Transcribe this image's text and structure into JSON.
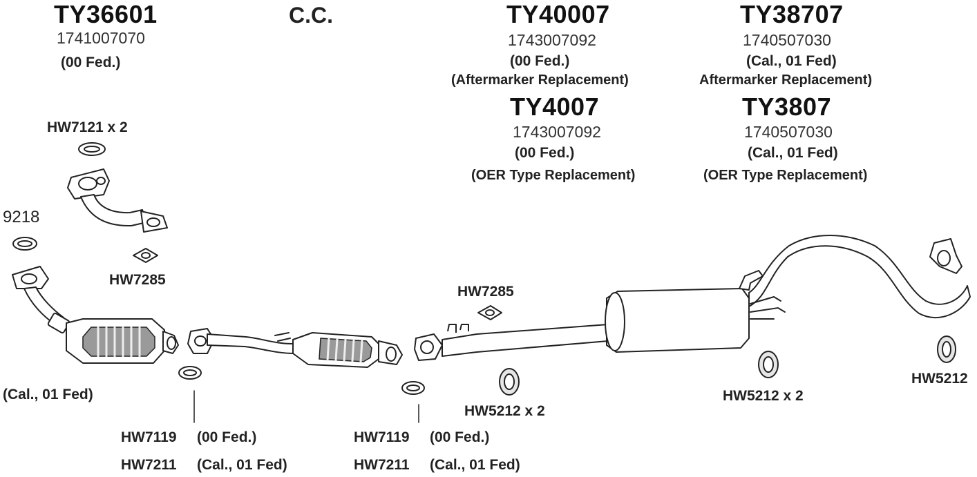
{
  "groups": [
    {
      "part": "TY36601",
      "number": "1741007070",
      "note": "(00 Fed.)"
    },
    {
      "heading": "C.C."
    },
    {
      "part": "TY40007",
      "number": "1743007092",
      "note": "(00 Fed.)",
      "type": "(Aftermarker Replacement)"
    },
    {
      "part": "TY38707",
      "number": "1740507030",
      "note": "(Cal., 01 Fed)",
      "type": "Aftermarker Replacement)"
    },
    {
      "part": "TY4007",
      "number": "1743007092",
      "note": "(00 Fed.)",
      "type": "(OER Type Replacement)"
    },
    {
      "part": "TY3807",
      "number": "1740507030",
      "note": "(Cal., 01 Fed)",
      "type": "(OER Type Replacement)"
    }
  ],
  "callouts": {
    "hw7121": "HW7121 x 2",
    "n9218": "9218",
    "hw7285_left": "HW7285",
    "cal_left": "(Cal., 01 Fed)",
    "hw7285_mid": "HW7285",
    "hw5212x2_mid": "HW5212 x 2",
    "hw5212x2_right": "HW5212 x 2",
    "hw5212": "HW5212",
    "gasket_a": [
      {
        "code": "HW7119",
        "note": "(00 Fed.)"
      },
      {
        "code": "HW7211",
        "note": "(Cal., 01 Fed)"
      }
    ],
    "gasket_b": [
      {
        "code": "HW7119",
        "note": "(00 Fed.)"
      },
      {
        "code": "HW7211",
        "note": "(Cal., 01 Fed)"
      }
    ]
  }
}
